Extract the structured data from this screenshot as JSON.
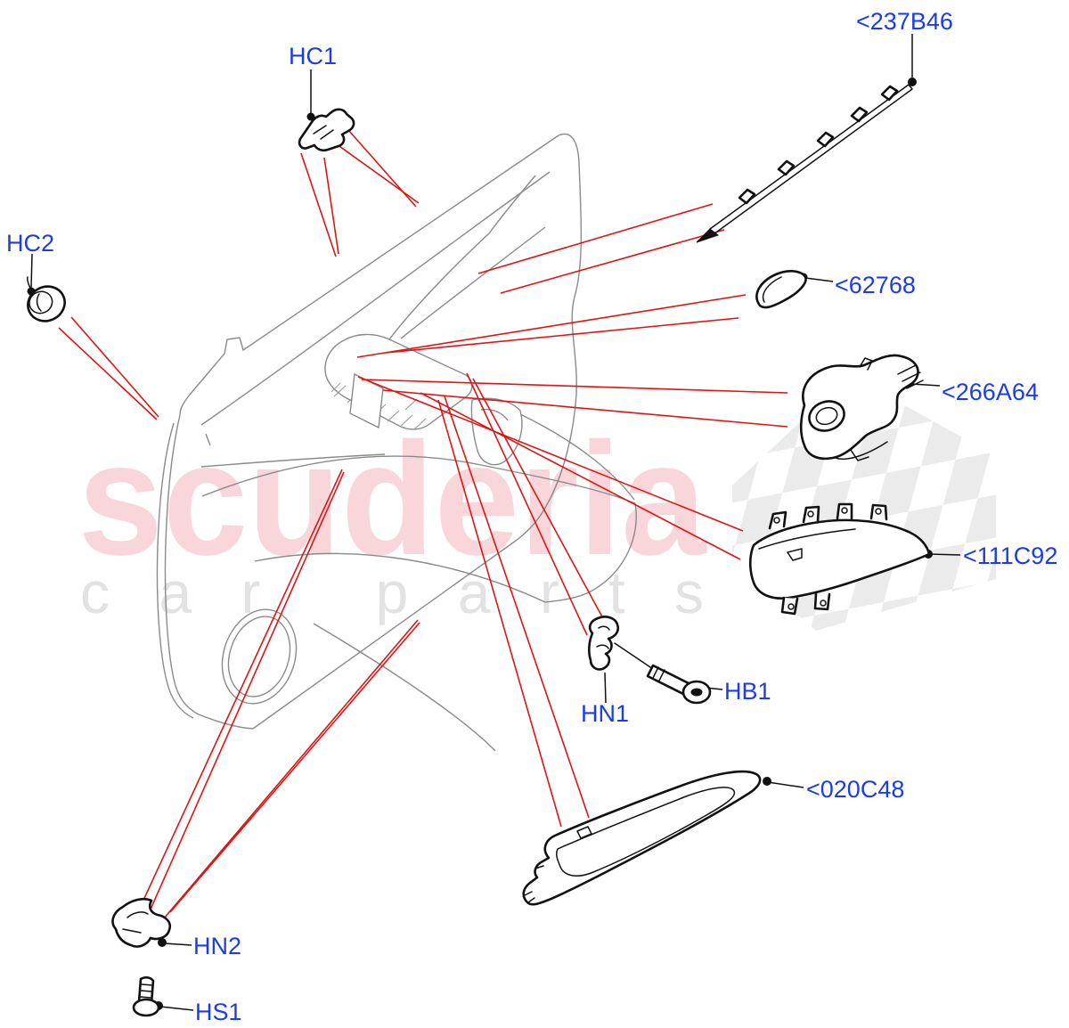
{
  "watermark": {
    "brand": "scuderia",
    "subtitle": "car parts"
  },
  "colors": {
    "label_blue": "#1d3ce6",
    "leader_red": "#e01414",
    "door_line_gray": "#8a8a8a",
    "part_line_black": "#111111",
    "watermark_pink": "#f8cfd4",
    "watermark_gray": "#e2e2e2",
    "checker_gray": "#d7d7d7"
  },
  "parts": [
    {
      "id": "HC1",
      "label": "HC1"
    },
    {
      "id": "HC2",
      "label": "HC2"
    },
    {
      "id": "237B46",
      "label": "<237B46"
    },
    {
      "id": "62768",
      "label": "<62768"
    },
    {
      "id": "266A64",
      "label": "<266A64"
    },
    {
      "id": "111C92",
      "label": "<111C92"
    },
    {
      "id": "HN1",
      "label": "HN1"
    },
    {
      "id": "HB1",
      "label": "HB1"
    },
    {
      "id": "020C48",
      "label": "<020C48"
    },
    {
      "id": "HN2",
      "label": "HN2"
    },
    {
      "id": "HS1",
      "label": "HS1"
    }
  ]
}
